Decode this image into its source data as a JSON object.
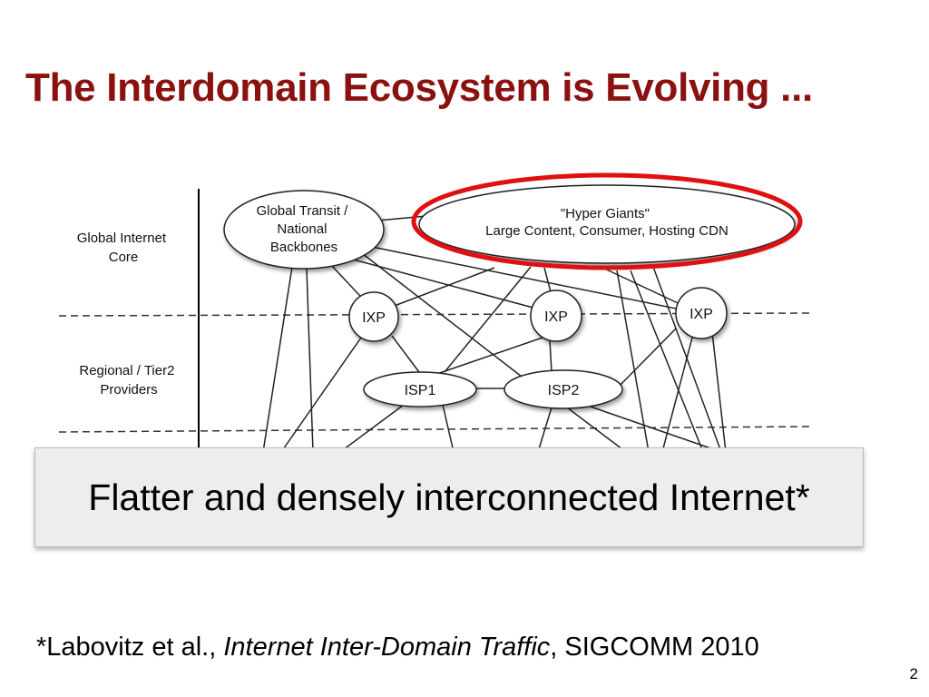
{
  "title": "The Interdomain Ecosystem is Evolving ...",
  "diagram": {
    "tiers": {
      "global_core": [
        "Global Internet",
        "Core"
      ],
      "regional": [
        "Regional / Tier2",
        "Providers"
      ]
    },
    "nodes": {
      "global_transit": [
        "Global Transit /",
        "National",
        "Backbones"
      ],
      "hyper_giants": [
        "\"Hyper Giants\"",
        "Large Content, Consumer, Hosting CDN"
      ],
      "ixp_1": "IXP",
      "ixp_2": "IXP",
      "ixp_3": "IXP",
      "isp_1": "ISP1",
      "isp_2": "ISP2"
    },
    "highlight_color": "#e01010"
  },
  "callout": "Flatter and densely interconnected Internet*",
  "citation": {
    "prefix": "*Labovitz et al., ",
    "italic": "Internet Inter-Domain Traffic",
    "suffix": ", SIGCOMM 2010"
  },
  "page_number": "2"
}
